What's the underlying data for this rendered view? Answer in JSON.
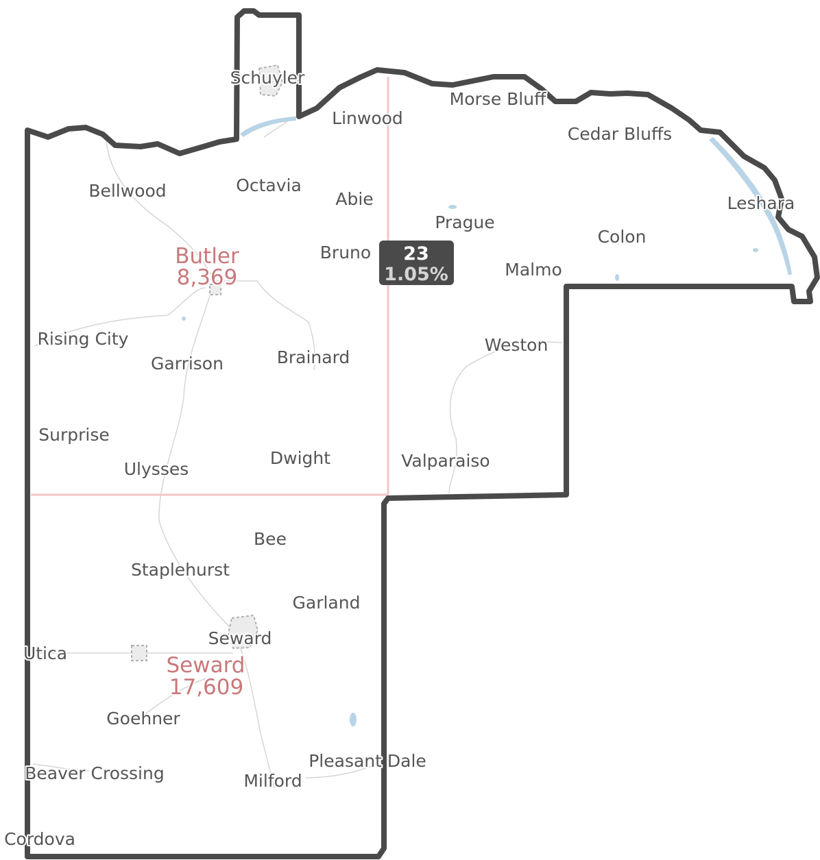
{
  "colors": {
    "boundary": "#4a4a4a",
    "county_line": "#f2c4c4",
    "county_label": "#c9787a",
    "place_label": "#555555",
    "road": "#d6d6d6",
    "water": "#b8d4e6",
    "badge_bg": "#4a4a4a"
  },
  "counties": [
    {
      "name": "Butler",
      "population": "8,369"
    },
    {
      "name": "Seward",
      "population": "17,609"
    }
  ],
  "badge": {
    "number": "23",
    "percent": "1.05%"
  },
  "places": [
    "Schuyler",
    "Linwood",
    "Morse Bluff",
    "Cedar Bluffs",
    "Bellwood",
    "Octavia",
    "Abie",
    "Prague",
    "Leshara",
    "Colon",
    "Bruno",
    "Malmo",
    "Rising City",
    "Garrison",
    "Brainard",
    "Weston",
    "Surprise",
    "Ulysses",
    "Dwight",
    "Valparaiso",
    "Bee",
    "Staplehurst",
    "Garland",
    "Seward",
    "Utica",
    "Goehner",
    "Beaver Crossing",
    "Pleasant Dale",
    "Milford",
    "Cordova"
  ]
}
